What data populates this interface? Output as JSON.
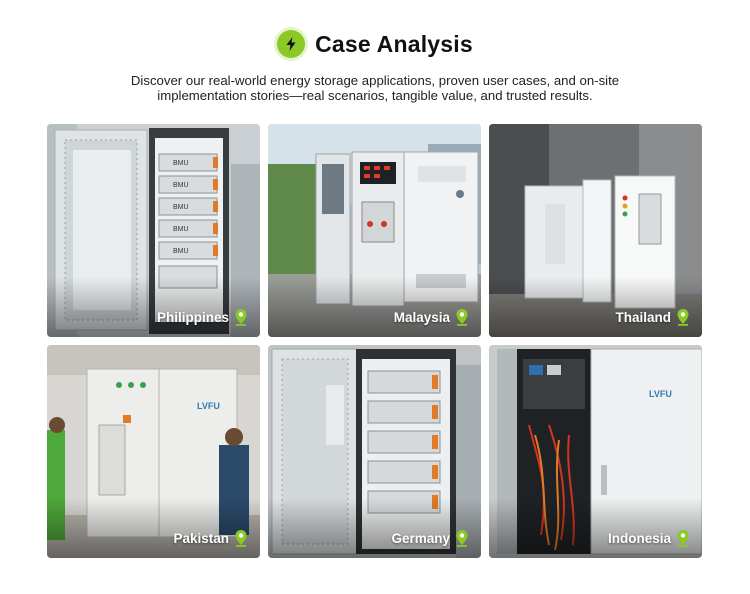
{
  "header": {
    "title": "Case Analysis",
    "icon": "lightning-bolt-icon",
    "accent_color": "#8ac926",
    "subtitle_line1": "Discover our real-world energy storage applications, proven user cases, and on-site",
    "subtitle_line2": "implementation stories—real scenarios, tangible value, and trusted results."
  },
  "cases": [
    {
      "location": "Philippines",
      "icon": "location-pin-icon"
    },
    {
      "location": "Malaysia",
      "icon": "location-pin-icon"
    },
    {
      "location": "Thailand",
      "icon": "location-pin-icon"
    },
    {
      "location": "Pakistan",
      "icon": "location-pin-icon"
    },
    {
      "location": "Germany",
      "icon": "location-pin-icon"
    },
    {
      "location": "Indonesia",
      "icon": "location-pin-icon"
    }
  ],
  "photo_labels": {
    "bmu": "BMU",
    "brand": "LVFU"
  }
}
